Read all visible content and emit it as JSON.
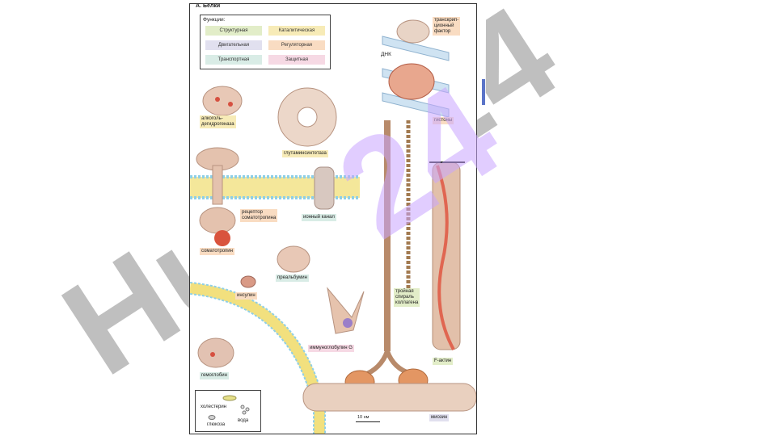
{
  "figure": {
    "title": "А. Белки"
  },
  "legend": {
    "title": "Функции:",
    "items": [
      {
        "label": "Структурная",
        "class": "struct"
      },
      {
        "label": "Каталитическая",
        "class": "catal"
      },
      {
        "label": "Двигательная",
        "class": "motor"
      },
      {
        "label": "Регуляторная",
        "class": "regul"
      },
      {
        "label": "Транспортная",
        "class": "transp"
      },
      {
        "label": "Защитная",
        "class": "protec"
      }
    ]
  },
  "labels": {
    "alcohol_dh": "алкоголь-\nдегидрогеназа",
    "glutamine_synthetase": "глутаминсинтетаза",
    "receptor": "рецептор\nсоматотропина",
    "ion_channel": "ионный канал",
    "somatotropin": "соматотропин",
    "prealbumin": "преальбумин",
    "insulin": "инсулин",
    "immunoglobulin": "иммуноглобулин G",
    "hemoglobin": "гемоглобин",
    "transcription_factor": "транскрип-\nционный\nфактор",
    "dna": "ДНК",
    "histones": "гистоны",
    "collagen": "тройная\nспираль\nколлагена",
    "f_actin": "F-актин",
    "myosin": "миозин",
    "scale": "10 нм"
  },
  "key": {
    "cholesterol": "холестерин",
    "glucose": "глюкоза",
    "water": "вода"
  },
  "watermark": {
    "text": "Hulrol24",
    "color_gray": "#b5b5b5",
    "color_violet": "#c9a6ff"
  }
}
